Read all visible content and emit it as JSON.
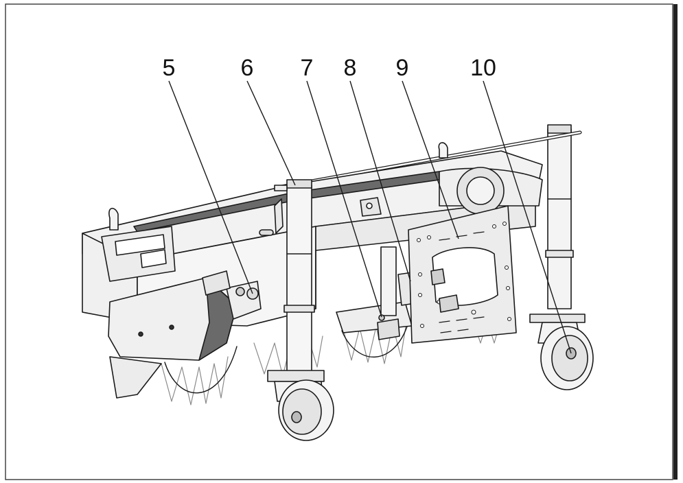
{
  "diagram": {
    "callouts": [
      {
        "id": "c5",
        "label": "5"
      },
      {
        "id": "c6",
        "label": "6"
      },
      {
        "id": "c7",
        "label": "7"
      },
      {
        "id": "c8",
        "label": "8"
      },
      {
        "id": "c9",
        "label": "9"
      },
      {
        "id": "c10",
        "label": "10"
      }
    ]
  },
  "colors": {
    "body_fill": "#f2f2f2",
    "panel_fill": "#e8e8e8",
    "dark_fill": "#6a6a6a",
    "outline": "#1a1a1a",
    "bristle": "#9a9a9a",
    "page_border": "#444444"
  }
}
